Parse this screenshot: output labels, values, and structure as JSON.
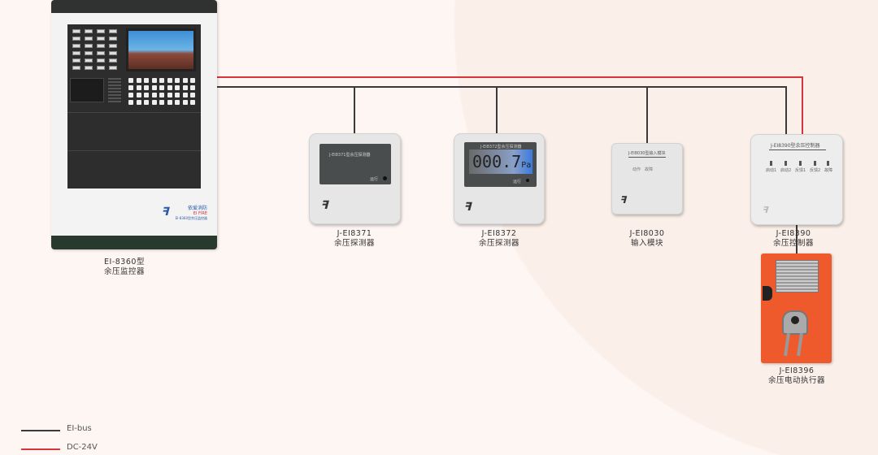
{
  "controller": {
    "model": "EI-8360型",
    "name": "余压监控器",
    "brand_cn": "依爱消防",
    "brand_en": "EI FIRE",
    "panel_label": "EI-8360型余压监控器"
  },
  "devices": [
    {
      "model": "J-EI8371",
      "name": "余压探测器",
      "panel_title": "J-EI8371型余压探测器",
      "panel_led": "运行"
    },
    {
      "model": "J-EI8372",
      "name": "余压探测器",
      "panel_title": "J-EI8372型余压探测器",
      "display": "000.7",
      "unit": "Pa",
      "panel_led": "运行"
    },
    {
      "model": "J-EI8030",
      "name": "输入模块",
      "panel_title": "J-EI8030型输入模块",
      "leds": [
        "动作",
        "故障"
      ]
    },
    {
      "model": "J-EI8390",
      "name": "余压控制器",
      "panel_title": "J-EI8390型余压控制器",
      "leds": [
        "启动1",
        "启动2",
        "反馈1",
        "反馈2",
        "故障"
      ]
    },
    {
      "model": "J-EI8396",
      "name": "余压电动执行器"
    }
  ],
  "legend": [
    {
      "label": "EI-bus",
      "color": "#3a3a3a"
    },
    {
      "label": "DC-24V",
      "color": "#d8343c"
    }
  ]
}
